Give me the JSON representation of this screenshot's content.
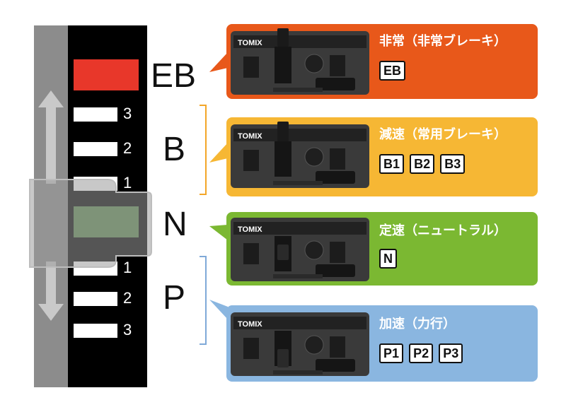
{
  "gauge": {
    "eb_label": "EB",
    "b_label": "B",
    "n_label": "N",
    "p_label": "P",
    "brake_notches": [
      "3",
      "2",
      "1"
    ],
    "power_notches": [
      "1",
      "2",
      "3"
    ]
  },
  "panels": [
    {
      "id": "eb",
      "title": "非常（非常ブレーキ）",
      "chips": [
        "EB"
      ],
      "color": "#e8581a"
    },
    {
      "id": "b",
      "title": "減速（常用ブレーキ）",
      "chips": [
        "B1",
        "B2",
        "B3"
      ],
      "color": "#f6b734"
    },
    {
      "id": "n",
      "title": "定速（ニュートラル）",
      "chips": [
        "N"
      ],
      "color": "#7bb832"
    },
    {
      "id": "p",
      "title": "加速（力行）",
      "chips": [
        "P1",
        "P2",
        "P3"
      ],
      "color": "#8ab6e0"
    }
  ],
  "controller": {
    "brand": "TOMIX"
  },
  "colors": {
    "eb": "#e8372a",
    "neutral": "#5c8a4f",
    "brake_bracket": "#f3a628",
    "power_bracket": "#7fa9d8"
  }
}
